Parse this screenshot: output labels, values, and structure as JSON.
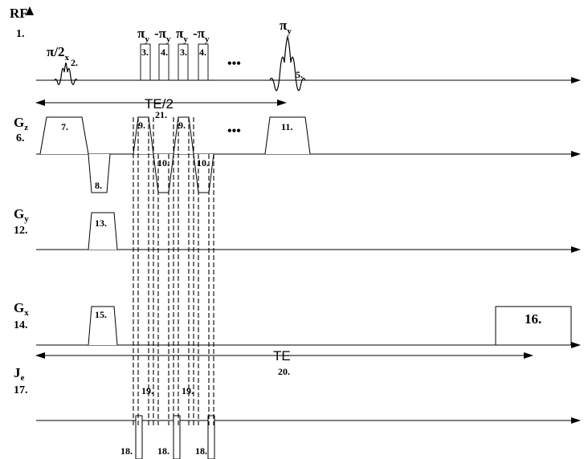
{
  "channels": {
    "rf": {
      "name": "RF",
      "number": "1."
    },
    "gz": {
      "name": "G",
      "sub": "z",
      "number": "6."
    },
    "gy": {
      "name": "G",
      "sub": "y",
      "number": "12."
    },
    "gx": {
      "name": "G",
      "sub": "x",
      "number": "14."
    },
    "je": {
      "name": "J",
      "sub": "e",
      "number": "17."
    }
  },
  "rf_labels": {
    "excitation_base": "π/2",
    "excitation_sub": "x",
    "excitation_number": "2.",
    "pi": "π",
    "pi_sub": "y",
    "neg_pi": "-π",
    "neg_pi_sub": "y",
    "pulse_a_number": "3.",
    "pulse_b_number": "4.",
    "refocus_label": "π",
    "refocus_sub": "y",
    "refocus_number": "5.",
    "ellipsis": "•••"
  },
  "timing": {
    "te_half": "TE/2",
    "te_half_number": "21.",
    "te": "TE",
    "te_number": "20."
  },
  "gradient_numbers": {
    "gz_slice": "7.",
    "gz_rephase": "8.",
    "gz_bipolar_pos": "9.",
    "gz_bipolar_neg": "10.",
    "gz_crusher": "11.",
    "gy_phase": "13.",
    "gx_prephase": "15.",
    "gx_readout": "16."
  },
  "current_numbers": {
    "je_pulse": "18.",
    "je_gap": "19."
  }
}
